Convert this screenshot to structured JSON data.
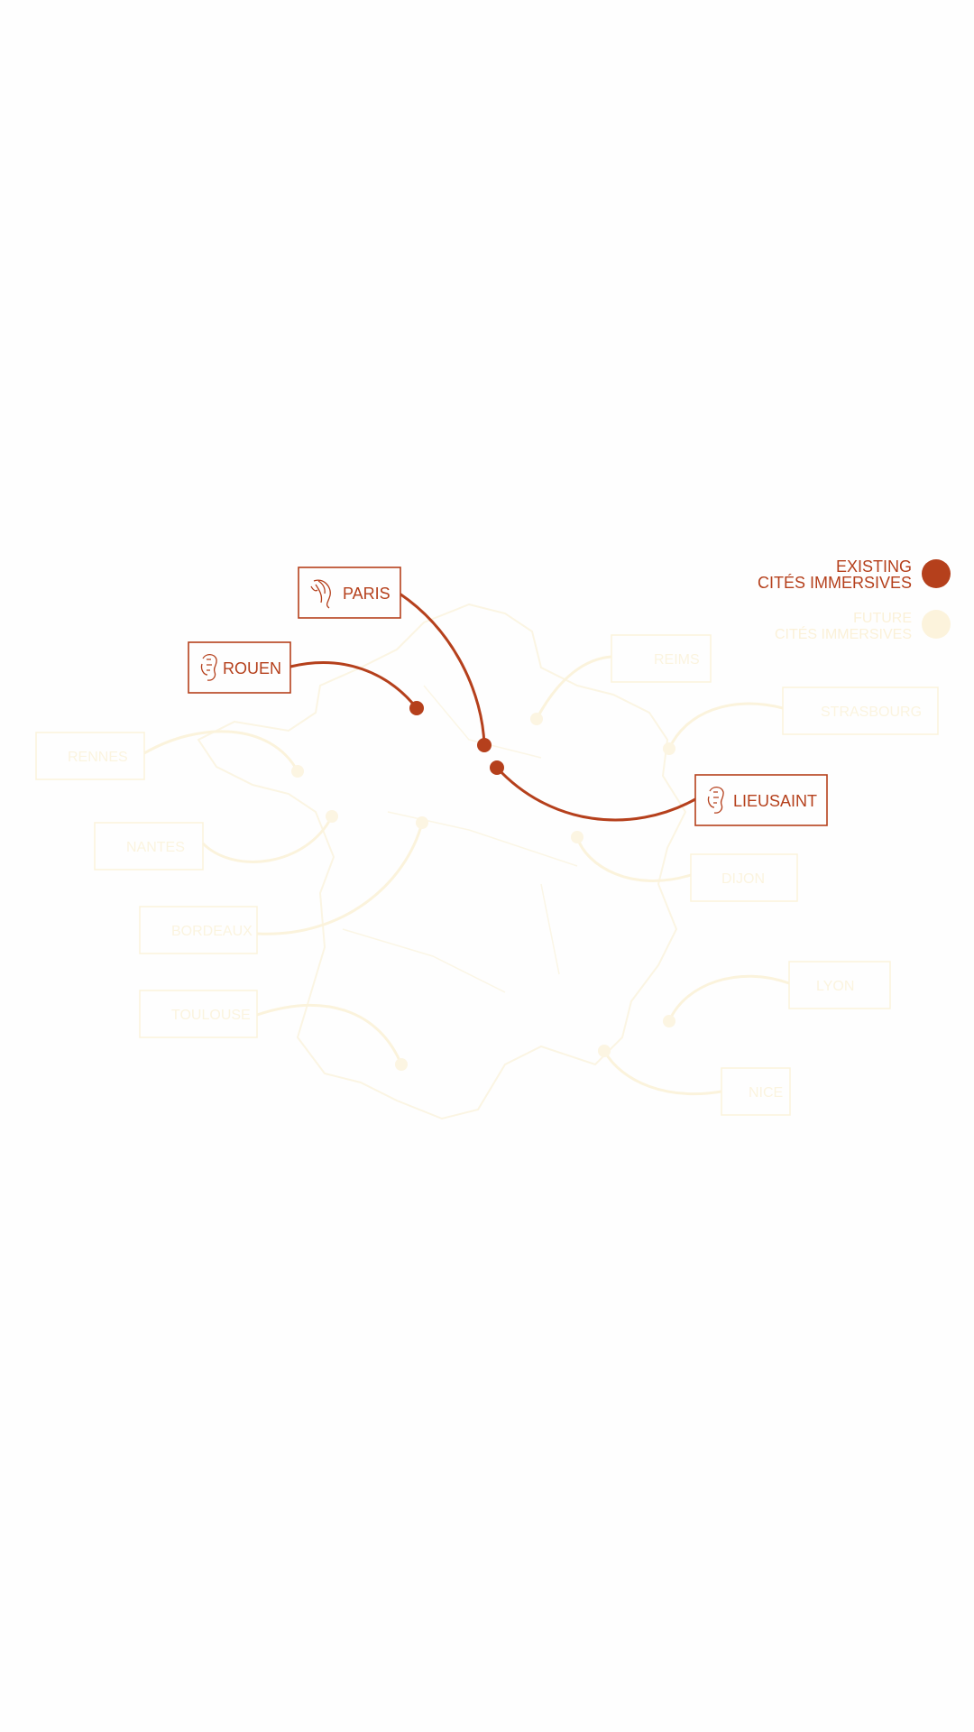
{
  "colors": {
    "existing": "#b5401c",
    "future": "#fbf3dc",
    "background": "#fefefe"
  },
  "legend": {
    "existing_line1": "EXISTING",
    "existing_line2": "CITÉS IMMERSIVES",
    "future_line1": "FUTURE",
    "future_line2": "CITÉS IMMERSIVES"
  },
  "existing_cities": [
    {
      "name": "PARIS",
      "icon": "feather-icon"
    },
    {
      "name": "ROUEN",
      "icon": "lion-icon"
    },
    {
      "name": "LIEUSAINT",
      "icon": "lion-icon"
    }
  ],
  "future_cities": [
    {
      "name": "REIMS"
    },
    {
      "name": "STRASBOURG"
    },
    {
      "name": "RENNES"
    },
    {
      "name": "NANTES"
    },
    {
      "name": "DIJON"
    },
    {
      "name": "BORDEAUX"
    },
    {
      "name": "LYON"
    },
    {
      "name": "TOULOUSE"
    },
    {
      "name": "NICE"
    }
  ]
}
